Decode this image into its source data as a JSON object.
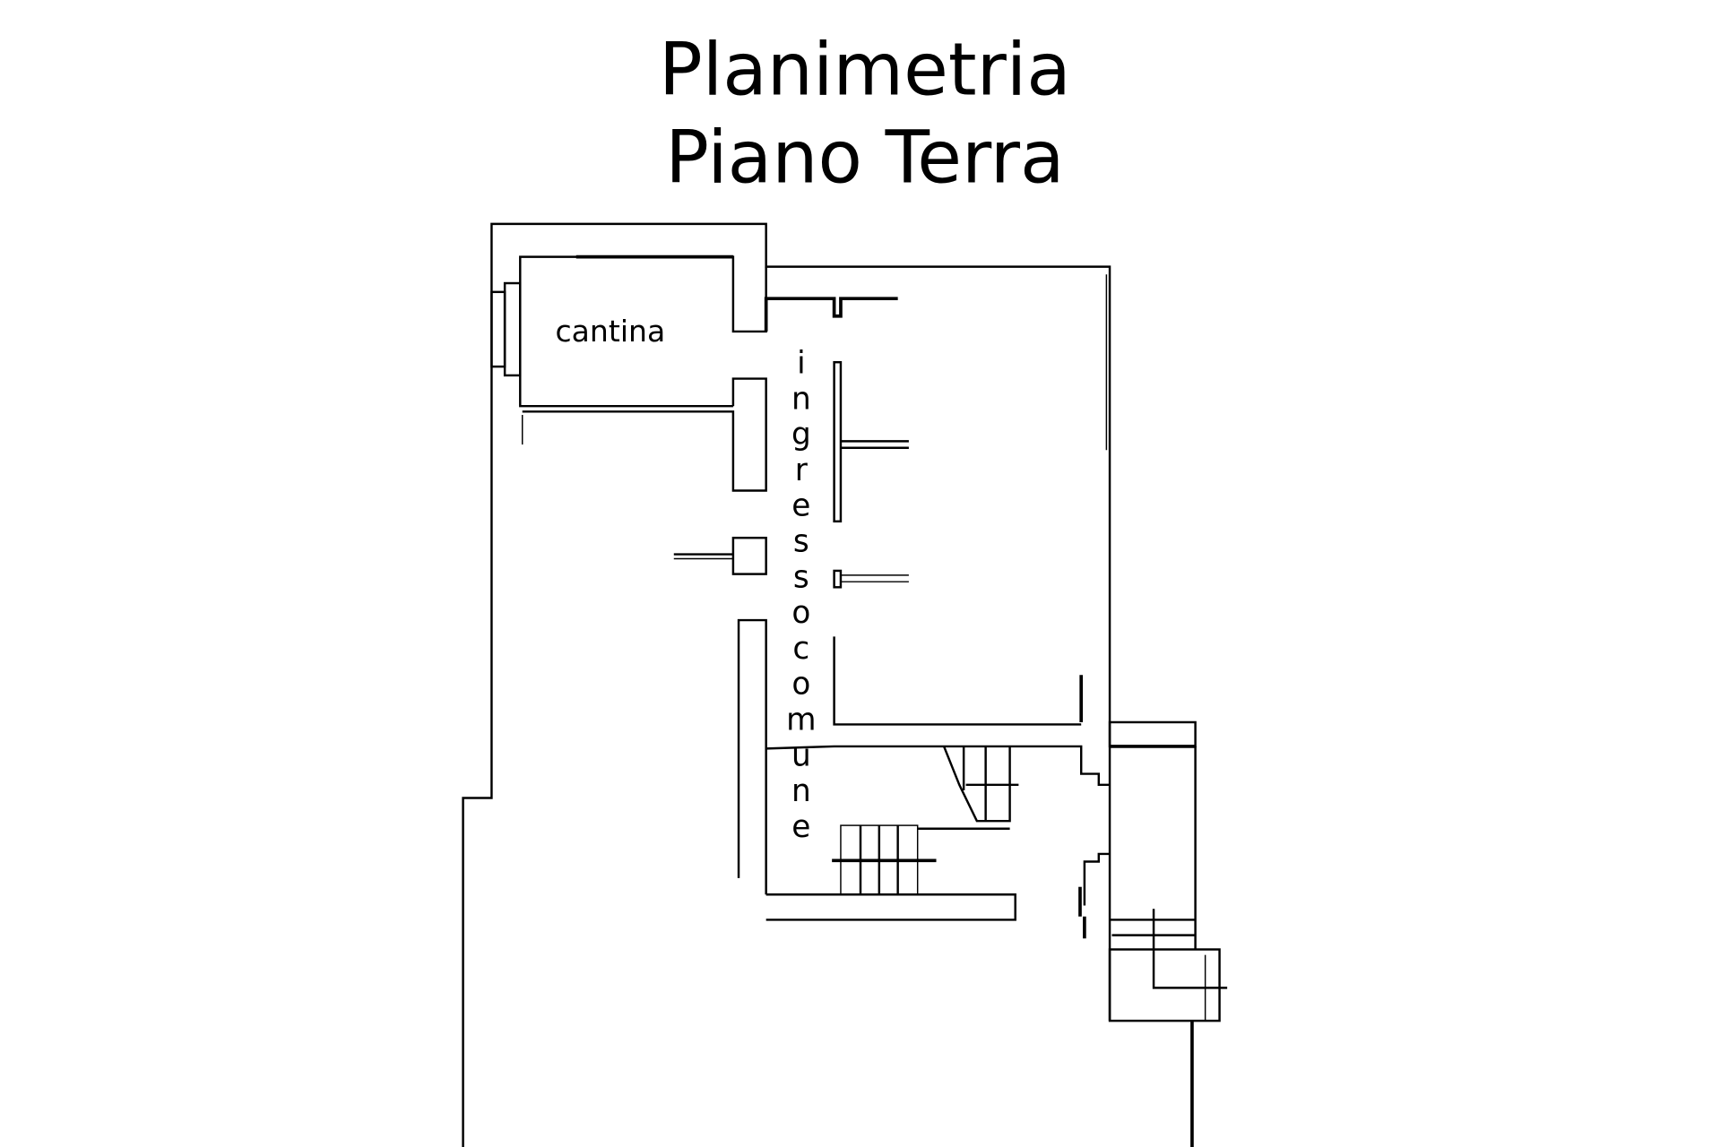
{
  "title": {
    "line1": "Planimetria",
    "line2": "Piano Terra"
  },
  "rooms": {
    "cantina": "cantina",
    "ingresso_comune": "ingresso comune"
  },
  "colors": {
    "line": "#000000",
    "background": "#ffffff"
  }
}
